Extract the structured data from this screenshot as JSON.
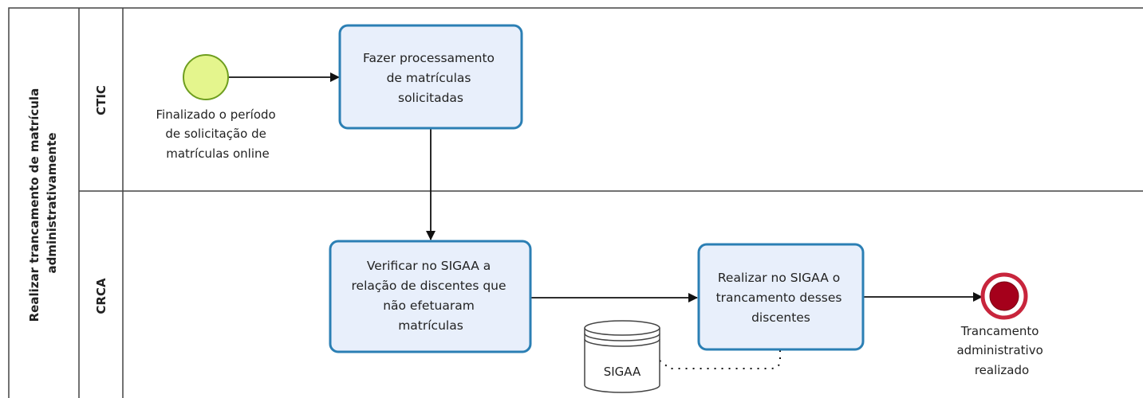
{
  "pool": {
    "label_lines": [
      "Realizar trancamento de matrícula",
      "administrativamente"
    ]
  },
  "lanes": [
    {
      "id": "ctic",
      "label": "CTIC"
    },
    {
      "id": "crca",
      "label": "CRCA"
    }
  ],
  "start_event": {
    "label_lines": [
      "Finalizado o período",
      "de solicitação de",
      "matrículas online"
    ]
  },
  "tasks": [
    {
      "id": "task-processar",
      "lines": [
        "Fazer processamento",
        "de matrículas",
        "solicitadas"
      ]
    },
    {
      "id": "task-verificar",
      "lines": [
        "Verificar no SIGAA a",
        "relação de discentes que",
        "não efetuaram",
        "matrículas"
      ]
    },
    {
      "id": "task-realizar",
      "lines": [
        "Realizar no SIGAA o",
        "trancamento desses",
        "discentes"
      ]
    }
  ],
  "data_store": {
    "label": "SIGAA"
  },
  "end_event": {
    "label_lines": [
      "Trancamento",
      "administrativo",
      "realizado"
    ]
  },
  "colors": {
    "task_fill": "#e8effb",
    "task_stroke": "#2b7fb4",
    "start_fill": "#e4f58d",
    "start_stroke": "#6e9e1f",
    "end_fill": "#a5001b",
    "end_stroke": "#c8253c",
    "line": "#111111"
  }
}
